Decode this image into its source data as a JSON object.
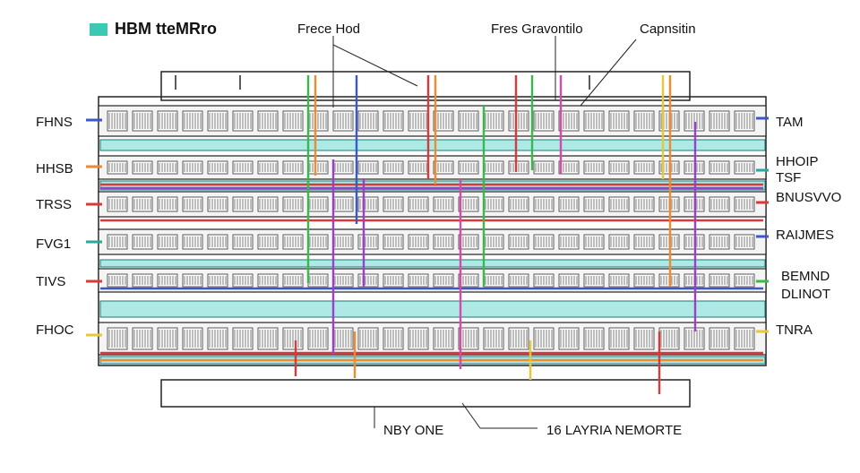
{
  "legend": {
    "swatch_color": "#3cc9b4",
    "title": "HBM tteMRro"
  },
  "top_labels": [
    "Frece Hod",
    "Fres  Gravontilo",
    "Capnsitin"
  ],
  "left_labels": [
    "FHNS",
    "HHSB",
    "TRSS",
    "FVG1",
    "TIVS",
    "FHOC"
  ],
  "right_labels": [
    "TAM",
    "HHOIP",
    "TSF",
    "BNUSVVO",
    "RAIJMES",
    "BEMND",
    "DLINOT",
    "TNRA"
  ],
  "bottom_labels": [
    "NBY ONE",
    "16  LAYRIA NEMORTE"
  ],
  "icons": {
    "down_arrow": "down-arrow-icon",
    "stack_glyph": "stack-glyph-icon"
  },
  "colors": {
    "cyan_bus": "#aee9e6",
    "red": "#d63a3a",
    "blue": "#3b57c9",
    "green": "#3ab84a",
    "purple": "#9b3fc9",
    "orange": "#f08a2e",
    "magenta": "#d84aa8",
    "yellow": "#e6c93a",
    "teal": "#2aa89a"
  }
}
